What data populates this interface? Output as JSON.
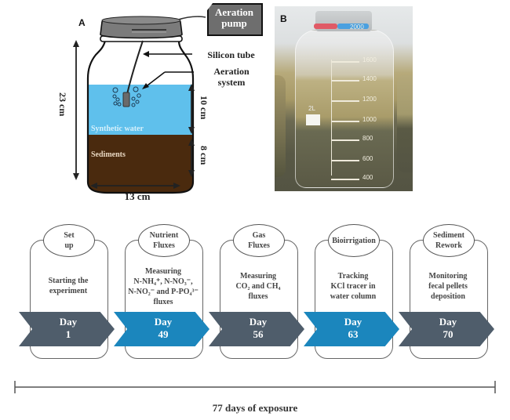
{
  "panel_a": {
    "label": "A",
    "pump_label_1": "Aeration",
    "pump_label_2": "pump",
    "silicon_tube": "Silicon tube",
    "aeration_system_1": "Aeration",
    "aeration_system_2": "system",
    "synthetic_water": "Synthetic water",
    "sediments": "Sediments",
    "height_total": "23 cm",
    "height_water": "10 cm",
    "height_sediment": "8 cm",
    "width": "13 cm",
    "colors": {
      "water": "#5fc0ec",
      "sediment": "#4a2a0e",
      "lid": "#7b7b7b",
      "pump": "#6e6e6e"
    }
  },
  "panel_b": {
    "label": "B",
    "beaker_label": "2L",
    "scale": [
      "2000",
      "1600",
      "1400",
      "1200",
      "1000",
      "800",
      "600",
      "400"
    ]
  },
  "timeline": {
    "stages": [
      {
        "title_1": "Set",
        "title_2": "up",
        "desc": [
          "Starting the",
          "experiment"
        ],
        "day_label": "Day",
        "day": "1",
        "color": "#4f5d6b"
      },
      {
        "title_1": "Nutrient",
        "title_2": "Fluxes",
        "desc": [
          "Measuring",
          "N-NH₄⁺, N-NO₃⁻,",
          "N-NO₂⁻ and P-PO₄³⁻",
          "fluxes"
        ],
        "day_label": "Day",
        "day": "49",
        "color": "#1b86bd"
      },
      {
        "title_1": "Gas",
        "title_2": "Fluxes",
        "desc": [
          "Measuring",
          "CO₂ and CH₄",
          "fluxes"
        ],
        "day_label": "Day",
        "day": "56",
        "color": "#4f5d6b"
      },
      {
        "title_1": "Bioirrigation",
        "title_2": "",
        "desc": [
          "Tracking",
          "KCl tracer in",
          "water column"
        ],
        "day_label": "Day",
        "day": "63",
        "color": "#1b86bd"
      },
      {
        "title_1": "Sediment",
        "title_2": "Rework",
        "desc": [
          "Monitoring",
          "fecal pellets",
          "deposition"
        ],
        "day_label": "Day",
        "day": "70",
        "color": "#4f5d6b"
      }
    ],
    "exposure_label": "77 days of exposure"
  }
}
